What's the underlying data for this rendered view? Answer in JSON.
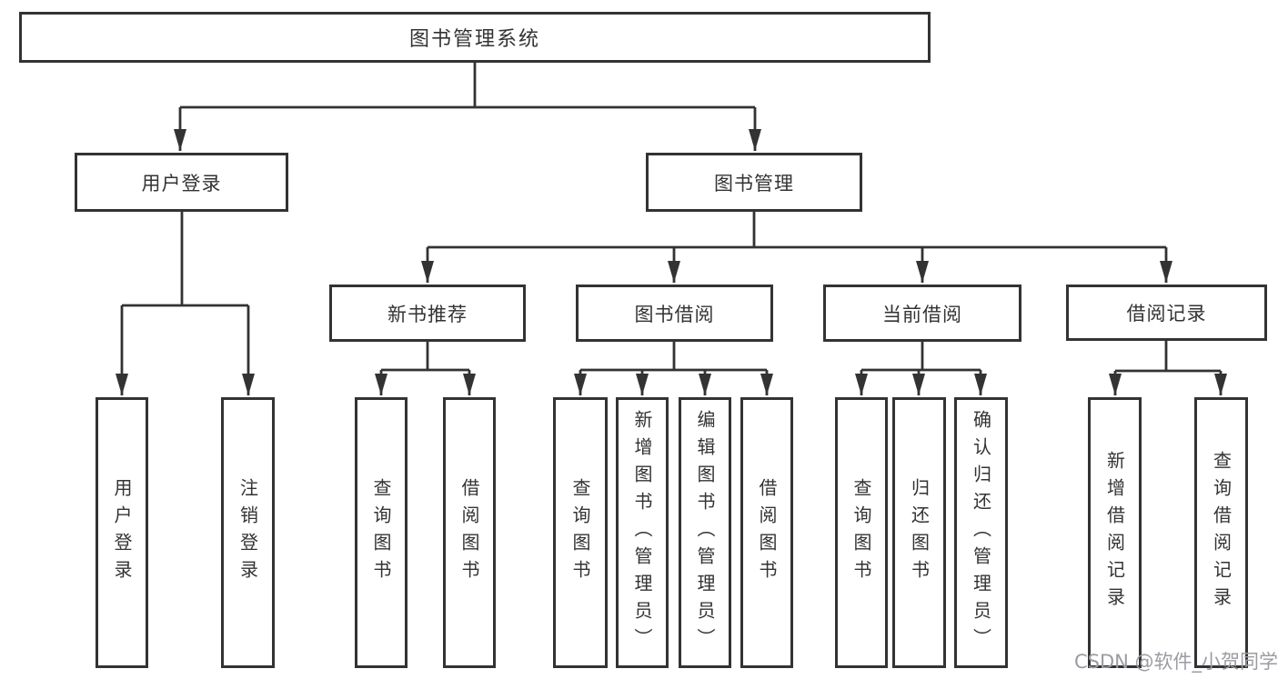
{
  "diagram": {
    "title": "图书管理系统",
    "root": {
      "label": "图书管理系统"
    },
    "level2": [
      {
        "label": "用户登录"
      },
      {
        "label": "图书管理"
      }
    ],
    "level3": [
      {
        "label": "新书推荐"
      },
      {
        "label": "图书借阅"
      },
      {
        "label": "当前借阅"
      },
      {
        "label": "借阅记录"
      }
    ],
    "leaves": [
      {
        "label": "用户登录",
        "parent": "用户登录"
      },
      {
        "label": "注销登录",
        "parent": "用户登录"
      },
      {
        "label": "查询图书",
        "parent": "新书推荐"
      },
      {
        "label": "借阅图书",
        "parent": "新书推荐"
      },
      {
        "label": "查询图书",
        "parent": "图书借阅"
      },
      {
        "label": "新增图书（管理员）",
        "parent": "图书借阅"
      },
      {
        "label": "编辑图书（管理员）",
        "parent": "图书借阅"
      },
      {
        "label": "借阅图书",
        "parent": "图书借阅"
      },
      {
        "label": "查询图书",
        "parent": "当前借阅"
      },
      {
        "label": "归还图书",
        "parent": "当前借阅"
      },
      {
        "label": "确认归还（管理员）",
        "parent": "当前借阅"
      },
      {
        "label": "新增借阅记录",
        "parent": "借阅记录"
      },
      {
        "label": "查询借阅记录",
        "parent": "借阅记录"
      }
    ]
  },
  "watermark": "CSDN @软件_小贺同学",
  "colors": {
    "line": "#333333",
    "text": "#333333",
    "box_background": "#ffffff",
    "watermark": "#9b9ba3",
    "background": "#ffffff"
  }
}
